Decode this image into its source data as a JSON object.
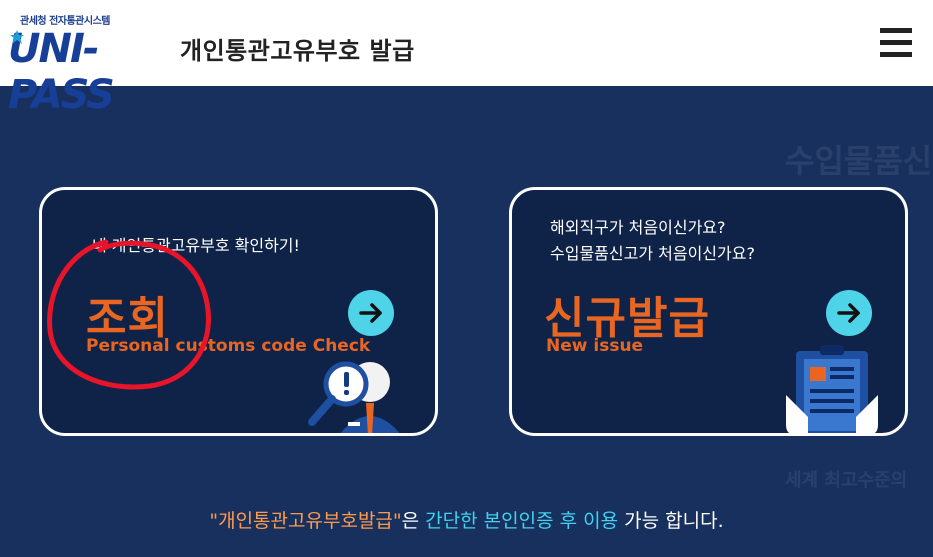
{
  "header": {
    "logo_small": "관세청 전자통관시스템",
    "logo_main": "UNI-PASS",
    "title": "개인통관고유부호 발급",
    "menu_icon": "hamburger-menu-icon"
  },
  "cards": {
    "check": {
      "subtitle": "내 개인통관고유부호 확인하기!",
      "title": "조회",
      "english": "Personal customs code Check",
      "icon": "arrow-right-icon"
    },
    "new": {
      "subtitle_line1": "해외직구가 처음이신가요?",
      "subtitle_line2": "수입물품신고가 처음이신가요?",
      "title": "신규발급",
      "english": "New issue",
      "icon": "arrow-right-icon"
    }
  },
  "footer": {
    "quoted": "\"개인통관고유부호발급\"",
    "part1": "은 ",
    "highlight": "간단한 본인인증 후 이용",
    "part2": " 가능 합니다."
  },
  "background_text": {
    "line1": "수입물품신고",
    "line2": "세계 최고수준의"
  },
  "colors": {
    "background": "#17305e",
    "card": "#0f2348",
    "accent_orange": "#e86622",
    "accent_cyan": "#4fd3e8",
    "annotation_red": "#e8142a"
  }
}
